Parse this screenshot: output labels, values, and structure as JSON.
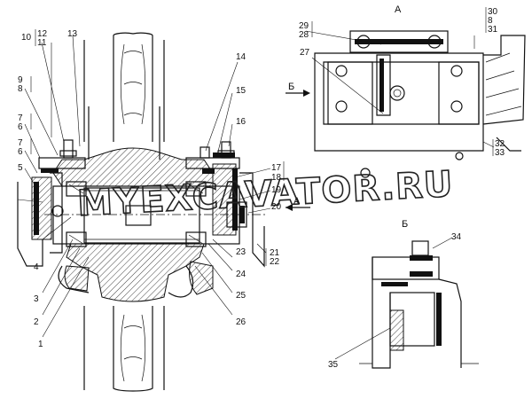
{
  "callouts": [
    {
      "id": "c1",
      "text": "1"
    },
    {
      "id": "c2",
      "text": "2"
    },
    {
      "id": "c3",
      "text": "3"
    },
    {
      "id": "c4",
      "text": "4"
    },
    {
      "id": "c5",
      "text": "5"
    },
    {
      "id": "c6a",
      "text": "6"
    },
    {
      "id": "c7a",
      "text": "7"
    },
    {
      "id": "c6b",
      "text": "6"
    },
    {
      "id": "c7b",
      "text": "7"
    },
    {
      "id": "c8",
      "text": "8"
    },
    {
      "id": "c9",
      "text": "9"
    },
    {
      "id": "c10",
      "text": "10"
    },
    {
      "id": "c11",
      "text": "11"
    },
    {
      "id": "c12",
      "text": "12"
    },
    {
      "id": "c13",
      "text": "13"
    },
    {
      "id": "c14",
      "text": "14"
    },
    {
      "id": "c15",
      "text": "15"
    },
    {
      "id": "c16",
      "text": "16"
    },
    {
      "id": "c17",
      "text": "17"
    },
    {
      "id": "c18",
      "text": "18"
    },
    {
      "id": "c19",
      "text": "19"
    },
    {
      "id": "c20",
      "text": "20"
    },
    {
      "id": "c21",
      "text": "21"
    },
    {
      "id": "c22",
      "text": "22"
    },
    {
      "id": "c23",
      "text": "23"
    },
    {
      "id": "c24",
      "text": "24"
    },
    {
      "id": "c25",
      "text": "25"
    },
    {
      "id": "c26",
      "text": "26"
    },
    {
      "id": "c27",
      "text": "27"
    },
    {
      "id": "c28",
      "text": "28"
    },
    {
      "id": "c29",
      "text": "29"
    },
    {
      "id": "c30",
      "text": "30"
    },
    {
      "id": "c8b",
      "text": "8"
    },
    {
      "id": "c31",
      "text": "31"
    },
    {
      "id": "c32",
      "text": "32"
    },
    {
      "id": "c33",
      "text": "33"
    },
    {
      "id": "c34",
      "text": "34"
    },
    {
      "id": "c35",
      "text": "35"
    }
  ],
  "views": {
    "a_title": "А",
    "b_title": "Б",
    "a_arrow_label": "А",
    "b_arrow_label": "Б"
  },
  "watermark": "MYEXCAVATOR.RU"
}
